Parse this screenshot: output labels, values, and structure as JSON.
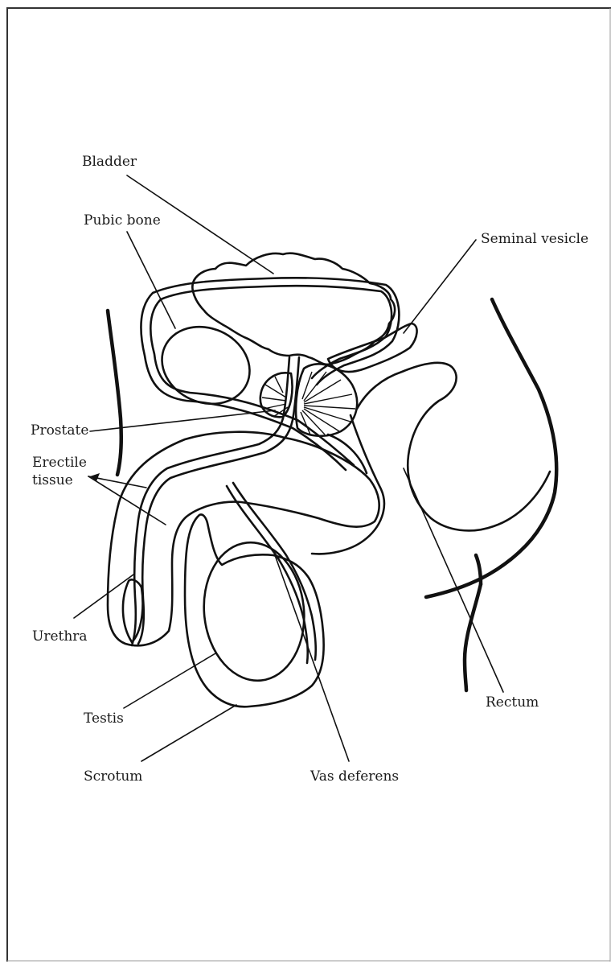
{
  "labels": {
    "bladder": "Bladder",
    "pubic_bone": "Pubic bone",
    "seminal_vesicle": "Seminal vesicle",
    "prostate": "Prostate",
    "erectile_line1": "Erectile",
    "erectile_line2": "tissue",
    "urethra": "Urethra",
    "testis": "Testis",
    "scrotum": "Scrotum",
    "vas_deferens": "Vas deferens",
    "rectum": "Rectum"
  },
  "colors": {
    "ink": "#111111",
    "paper": "#ffffff"
  }
}
